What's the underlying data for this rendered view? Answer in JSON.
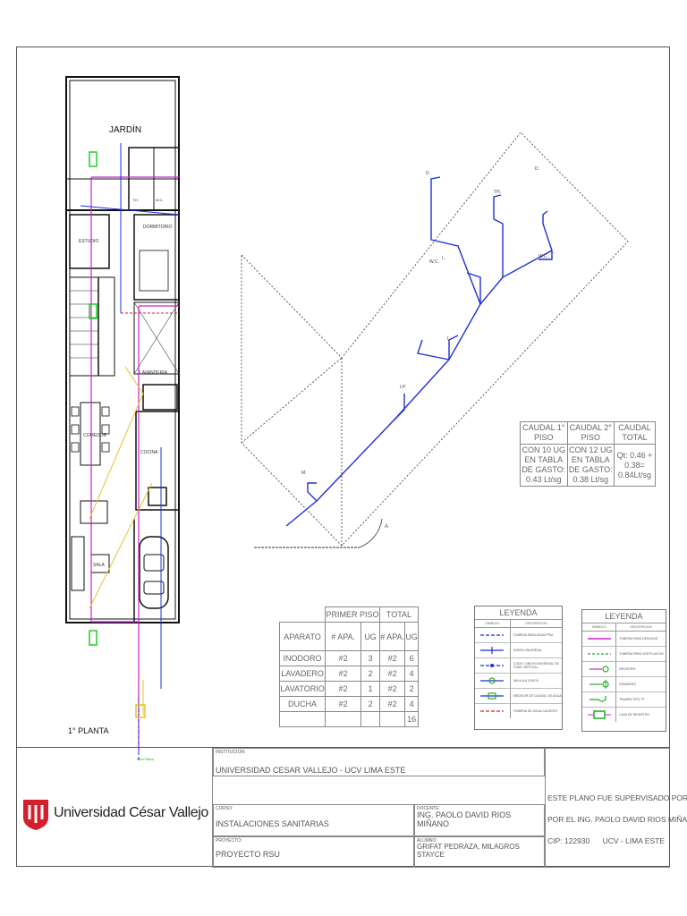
{
  "plan": {
    "garden_label": "JARDÍN",
    "floor_label": "1° PLANTA",
    "rooms": {
      "estudio": "ESTUDIO",
      "dormitorio": "DORMITORIO",
      "lavanderia": "LAVANDERIA",
      "comedor": "COMEDOR",
      "cocina": "COCINA",
      "sala": "SALA",
      "th": "T.H.",
      "wc": "W.C."
    },
    "water_main_label": "Red Pública"
  },
  "isometric": {
    "labels": {
      "d_left": "D.",
      "d_right": "D.",
      "th": "TH.",
      "wc_left": "W.C.",
      "l_left": "L.",
      "wc_right": "W.C.",
      "l_right": "L.",
      "l_mid": "L.",
      "lp": "LP.",
      "m": "M.",
      "angle": "A"
    }
  },
  "caudal_table": {
    "headers": [
      "CAUDAL 1° PISO",
      "CAUDAL 2° PISO",
      "CAUDAL TOTAL"
    ],
    "row": [
      "CON 10 UG EN TABLA DE GASTO: 0.43 Lt/sg",
      "CON 12 UG EN TABLA DE GASTO: 0.38 Lt/sg",
      "Qt: 0.46 + 0.38= 0.84Lt/sg"
    ]
  },
  "apparatus_table": {
    "group_headers": {
      "primer_piso": "PRIMER PISO",
      "total": "TOTAL"
    },
    "headers": [
      "APARATO",
      "# APA.",
      "UG",
      "# APA.",
      "UG"
    ],
    "rows": [
      [
        "INODORO",
        "#2",
        "3",
        "#2",
        "6"
      ],
      [
        "LAVADERO",
        "#2",
        "2",
        "#2",
        "4"
      ],
      [
        "LAVATORIO",
        "#2",
        "1",
        "#2",
        "2"
      ],
      [
        "DUCHA",
        "#2",
        "2",
        "#2",
        "4"
      ]
    ],
    "total": "16"
  },
  "legend_water": {
    "title": "LEYENDA",
    "col_symbol": "SIMBOLO",
    "col_desc": "DESCRIPCION",
    "items": [
      {
        "desc": "TUBERIA PARA AGUA FRIA",
        "color": "#1f2fd6"
      },
      {
        "desc": "UNION UNIVERSAL",
        "color": "#1f2fd6"
      },
      {
        "desc": "CODO / UNION UNIVERSAL DE TUBO VERTICAL",
        "color": "#1f2fd6"
      },
      {
        "desc": "VALVULA CHECK",
        "color": "#22aa22"
      },
      {
        "desc": "MEDIDOR DE CAUDAL DE AGUA",
        "color": "#22aa22"
      },
      {
        "desc": "TUBERIA DE AGUA CALIENTE",
        "color": "#d42020"
      }
    ]
  },
  "legend_drain": {
    "title": "LEYENDA",
    "col_symbol": "SIMBOLO",
    "col_desc": "DESCRIPCION",
    "items": [
      {
        "desc": "TUBERIA PARA DESAGUE",
        "color": "#cc22cc"
      },
      {
        "desc": "TUBERIA PARA VENTILACION",
        "color": "#22aa22"
      },
      {
        "desc": "REGISTRO",
        "color": "#22aa22"
      },
      {
        "desc": "SUMIDERO",
        "color": "#22aa22"
      },
      {
        "desc": "TRAMPA TIPO \"P\"",
        "color": "#22aa22"
      },
      {
        "desc": "CAJA DE REGISTRO",
        "color": "#22aa22"
      }
    ]
  },
  "title_block": {
    "university": "Universidad César Vallejo",
    "institucion_label": "INSTITUCION:",
    "institucion": "UNIVERSIDAD CESAR VALLEJO - UCV LIMA ESTE",
    "curso_label": "CURSO:",
    "curso": "INSTALACIONES SANITARIAS",
    "docente_label": "DOCENTE:",
    "docente": "ING. PAOLO DAVID RIOS MIÑANO",
    "proyecto_label": "PROYECTO:",
    "proyecto": "PROYECTO RSU",
    "alumno_label": "ALUMNO:",
    "alumno": "GRIFAT PEDRAZA, MILAGROS STAYCE",
    "note_line1": "ESTE PLANO FUE SUPERVISADO POR EL",
    "note_line2": "POR EL ING. PAOLO DAVID RIOS MIÑANO",
    "cip": "CIP: 122930",
    "campus": "UCV - LIMA ESTE"
  }
}
